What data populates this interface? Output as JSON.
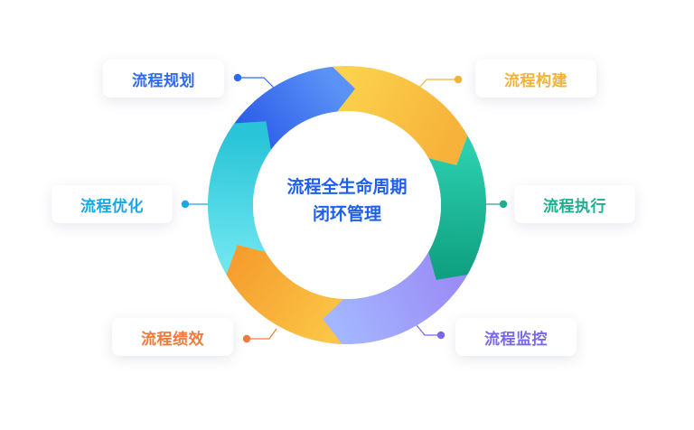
{
  "center": {
    "line1": "流程全生命周期",
    "line2": "闭环管理"
  },
  "stages": [
    {
      "id": "planning",
      "label": "流程规划",
      "color": "#2f6bf0",
      "icon": "dot"
    },
    {
      "id": "construction",
      "label": "流程构建",
      "color": "#f2b33a",
      "icon": "dot"
    },
    {
      "id": "execution",
      "label": "流程执行",
      "color": "#1fae8f",
      "icon": "dot"
    },
    {
      "id": "monitoring",
      "label": "流程监控",
      "color": "#7868ec",
      "icon": "dot"
    },
    {
      "id": "performance",
      "label": "流程绩效",
      "color": "#f07a3a",
      "icon": "dot"
    },
    {
      "id": "optimization",
      "label": "流程优化",
      "color": "#1aa7e6",
      "icon": "dot"
    }
  ],
  "segment_colors": [
    {
      "from": "#1f4fe6",
      "to": "#5a92f6"
    },
    {
      "from": "#fcd34d",
      "to": "#f6b23a"
    },
    {
      "from": "#2bcfae",
      "to": "#0fa080"
    },
    {
      "from": "#9b8cf6",
      "to": "#a3b6ff"
    },
    {
      "from": "#fbc646",
      "to": "#f59c2e"
    },
    {
      "from": "#6ee6ef",
      "to": "#29c4d8"
    }
  ]
}
